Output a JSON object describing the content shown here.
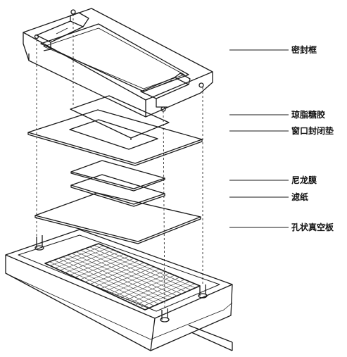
{
  "diagram": {
    "type": "exploded-view",
    "components": [
      {
        "id": "seal-frame",
        "label": "密封框"
      },
      {
        "id": "agarose-gel",
        "label": "琼脂糖胶"
      },
      {
        "id": "window-gasket",
        "label": "窗口封闭垫"
      },
      {
        "id": "nylon-membrane",
        "label": "尼龙膜"
      },
      {
        "id": "filter-paper",
        "label": "滤纸"
      },
      {
        "id": "vacuum-plate",
        "label": "孔状真空板"
      }
    ]
  },
  "colors": {
    "line": "#1a1a1a",
    "background": "#ffffff",
    "grid": "#3a3a3a"
  }
}
